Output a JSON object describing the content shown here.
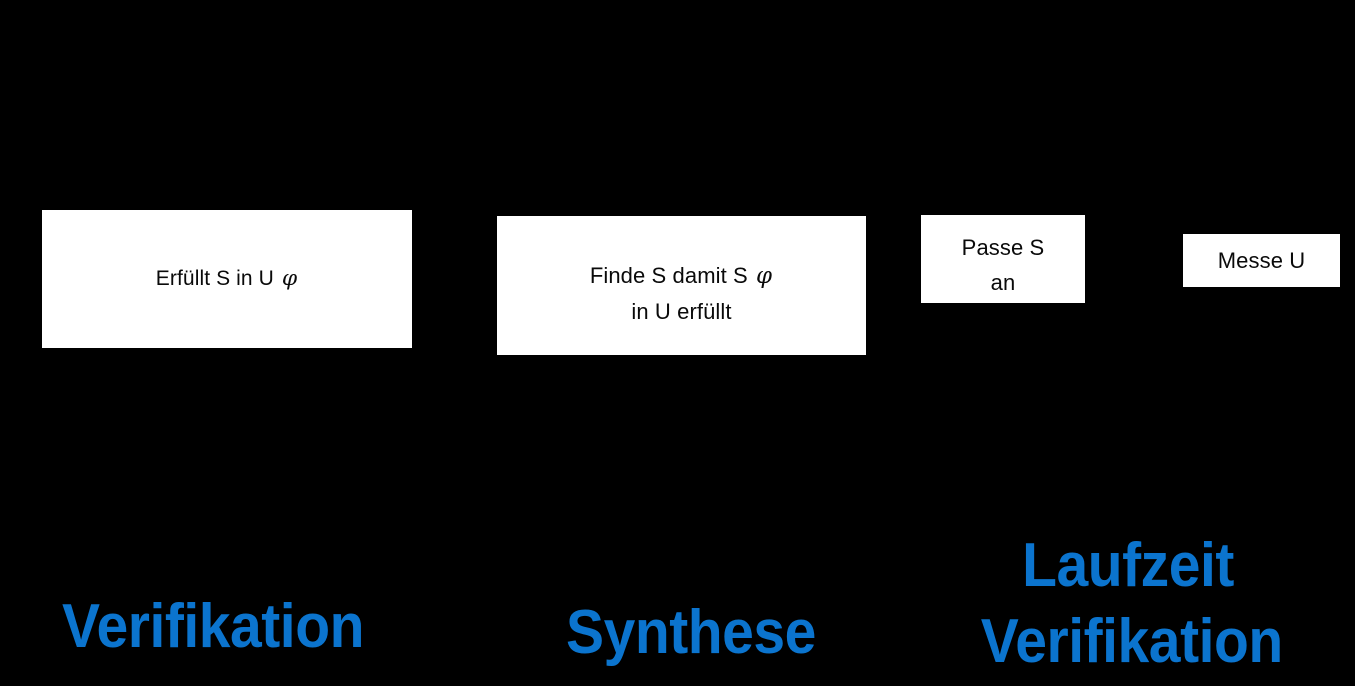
{
  "canvas": {
    "background_color": "#000000",
    "accent_color": "#0b74ce",
    "box_color": "#ffffff",
    "box_text_color": "#000000"
  },
  "boxes": [
    {
      "id": "verification",
      "line1": "Erfüllt S in U",
      "symbol": "φ",
      "line2": ""
    },
    {
      "id": "synthesis",
      "line1": "Finde S damit S",
      "symbol": "φ",
      "line2": "in U erfüllt"
    },
    {
      "id": "adapt",
      "line1": "Passe S",
      "symbol": "",
      "line2": "an"
    },
    {
      "id": "measure",
      "line1": "Messe U",
      "symbol": "",
      "line2": ""
    }
  ],
  "captions": [
    {
      "id": "verification",
      "text": "Verifikation"
    },
    {
      "id": "synthesis",
      "text": "Synthese"
    },
    {
      "id": "runtime-verification",
      "text": "Laufzeit\nVerifikation"
    }
  ]
}
